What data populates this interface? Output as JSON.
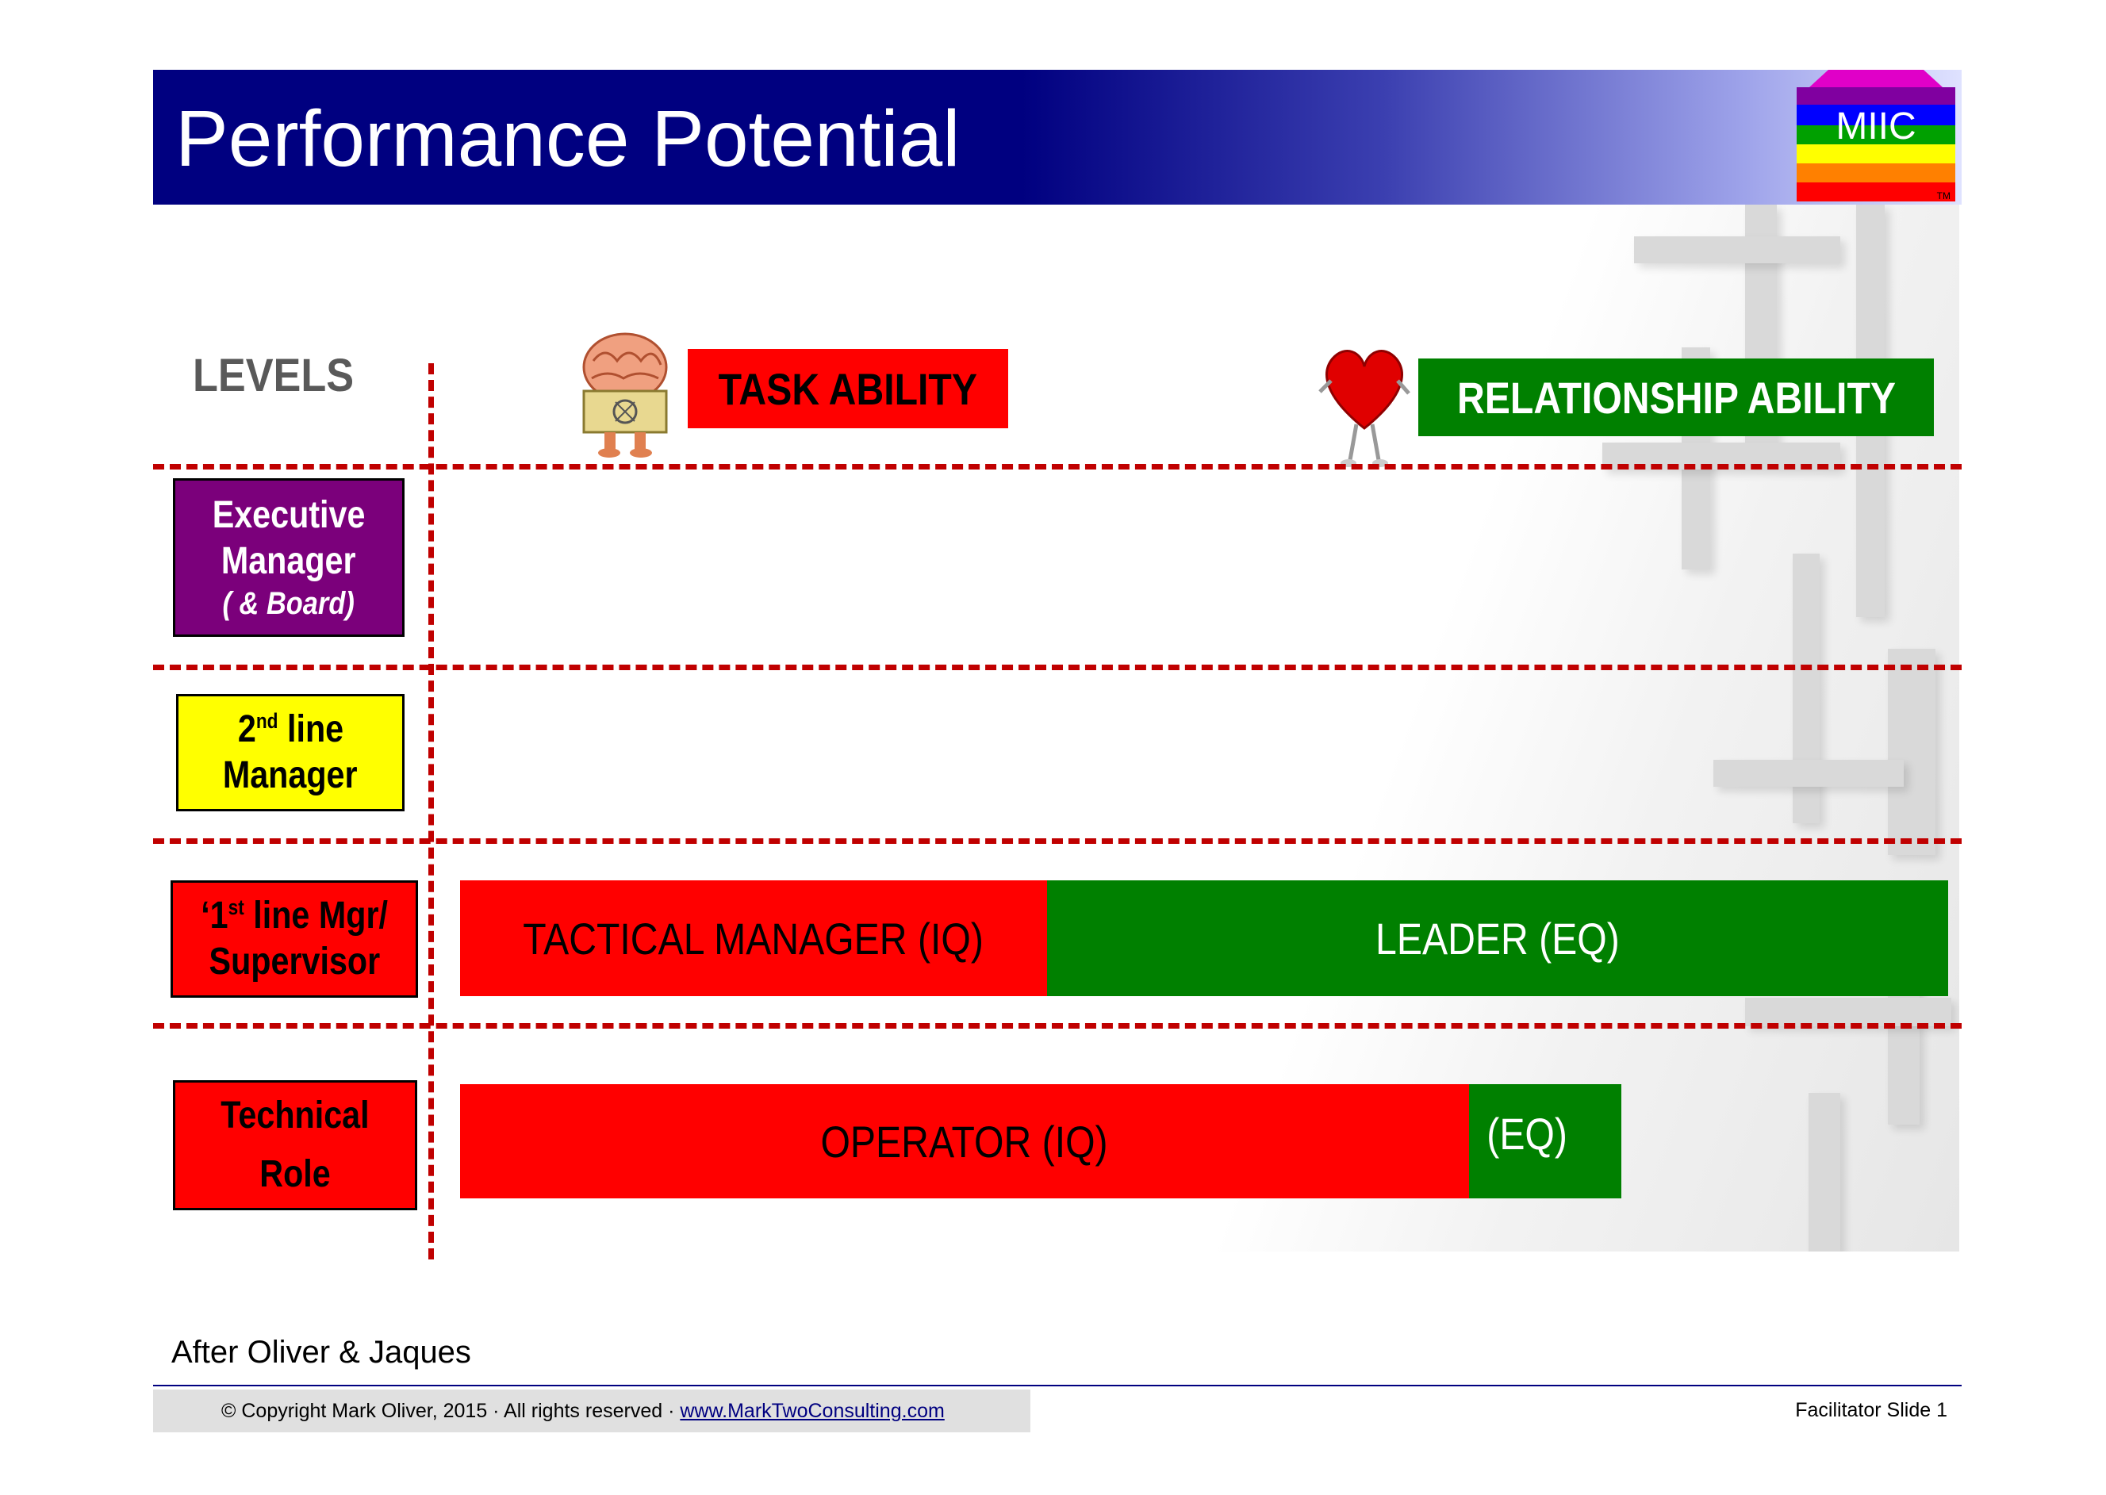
{
  "header": {
    "title": "Performance Potential",
    "logo_text": "MIIC",
    "logo_tm": "TM",
    "logo_colors": [
      "#8000a0",
      "#0000ff",
      "#00a000",
      "#ffff00",
      "#ff8000",
      "#ff0000"
    ]
  },
  "levels_heading": "LEVELS",
  "task_ability": "TASK ABILITY",
  "relationship_ability": "RELATIONSHIP ABILITY",
  "levels": {
    "executive": {
      "line1": "Executive",
      "line2": "Manager",
      "line3": "( &  Board)"
    },
    "second_line": {
      "line1_num": "2",
      "line1_sup": "nd",
      "line1_rest": " line",
      "line2": "Manager"
    },
    "first_line": {
      "line1_pre": "‘1",
      "line1_sup": "st",
      "line1_rest": " line Mgr/",
      "line2": "Supervisor"
    },
    "technical": {
      "line1": "Technical",
      "line2": "Role"
    }
  },
  "bars": {
    "tactical": "TACTICAL  MANAGER (IQ)",
    "leader": "LEADER (EQ)",
    "operator": "OPERATOR (IQ)",
    "operator_eq": "(EQ)"
  },
  "colors": {
    "task": "#ff0000",
    "relationship": "#008000",
    "dash": "#c00000",
    "header": "#000080"
  },
  "credit": "After Oliver & Jaques",
  "footer": {
    "copyright": "© Copyright Mark Oliver, 2015 · All rights reserved · ",
    "link": "www.MarkTwoConsulting.com",
    "slide": "Facilitator Slide 1"
  }
}
